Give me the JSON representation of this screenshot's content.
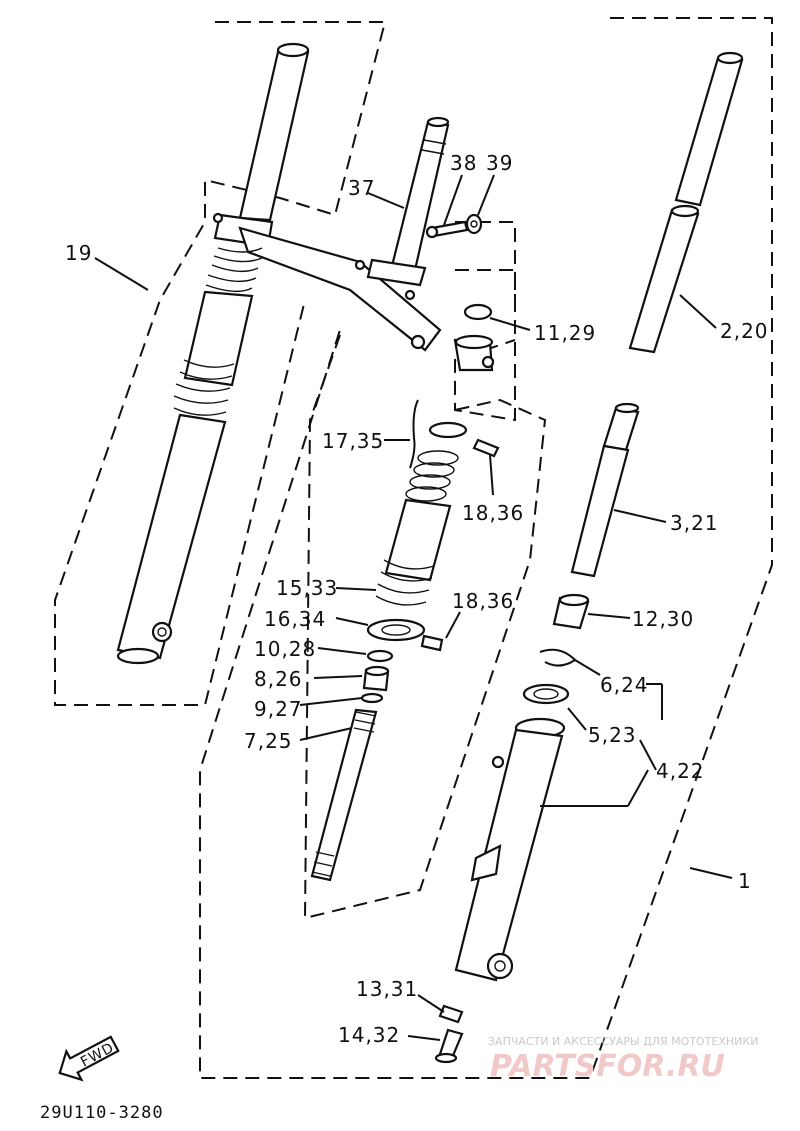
{
  "callouts": {
    "c1": "1",
    "c2_20": "2,20",
    "c3_21": "3,21",
    "c4_22": "4,22",
    "c5_23": "5,23",
    "c6_24": "6,24",
    "c7_25": "7,25",
    "c8_26": "8,26",
    "c9_27": "9,27",
    "c10_28": "10,28",
    "c11_29": "11,29",
    "c12_30": "12,30",
    "c13_31": "13,31",
    "c14_32": "14,32",
    "c15_33": "15,33",
    "c16_34": "16,34",
    "c17_35": "17,35",
    "c18_36a": "18,36",
    "c18_36b": "18,36",
    "c19": "19",
    "c37": "37",
    "c38": "38",
    "c39": "39"
  },
  "fwd_label": "FWD",
  "drawing_code": "29U110-3280",
  "watermark": {
    "line1": "ЗАПЧАСТИ И АКСЕССУАРЫ ДЛЯ МОТОТЕХНИКИ",
    "line2": "PARTSFOR.RU"
  }
}
